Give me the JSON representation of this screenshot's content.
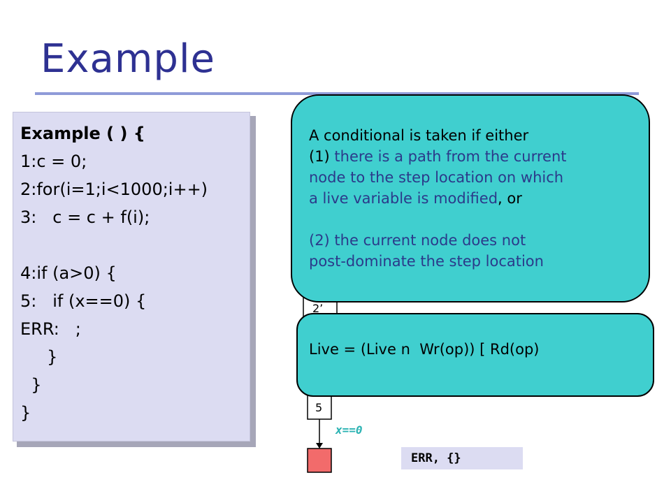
{
  "slide": {
    "title": "Example"
  },
  "code": {
    "lines": [
      "Example ( ) {",
      "1:c = 0;",
      "2:for(i=1;i<1000;i++)",
      "3:   c = c + f(i);",
      "",
      "4:if (a>0) {",
      "5:   if (x==0) {",
      "ERR:   ;",
      "     }",
      "  }",
      "}"
    ]
  },
  "callout_main": {
    "line1": "A conditional is taken if either",
    "item1_num": "(1)",
    "item1_text_a": " there is a path from the current",
    "item1_text_b": "node to the step location on which",
    "item1_text_c": "a live variable is modified",
    "item1_suffix": ", or",
    "item2_num": "(2)",
    "item2_text_a": " the current node does not",
    "item2_text_b": "post-dominate the step location"
  },
  "callout_live": {
    "formula": "Live = (Live n  Wr(op)) [ Rd(op)"
  },
  "graph": {
    "node_2prime": "2’",
    "node_5": "5",
    "edge_label": "x==0",
    "result": "ERR, {}"
  },
  "colors": {
    "title": "#2e3192",
    "callout": "#40cfcf",
    "code_bg": "#dcdcf2",
    "err_node": "#f26b6b",
    "edge_label": "#2bb3b3"
  }
}
